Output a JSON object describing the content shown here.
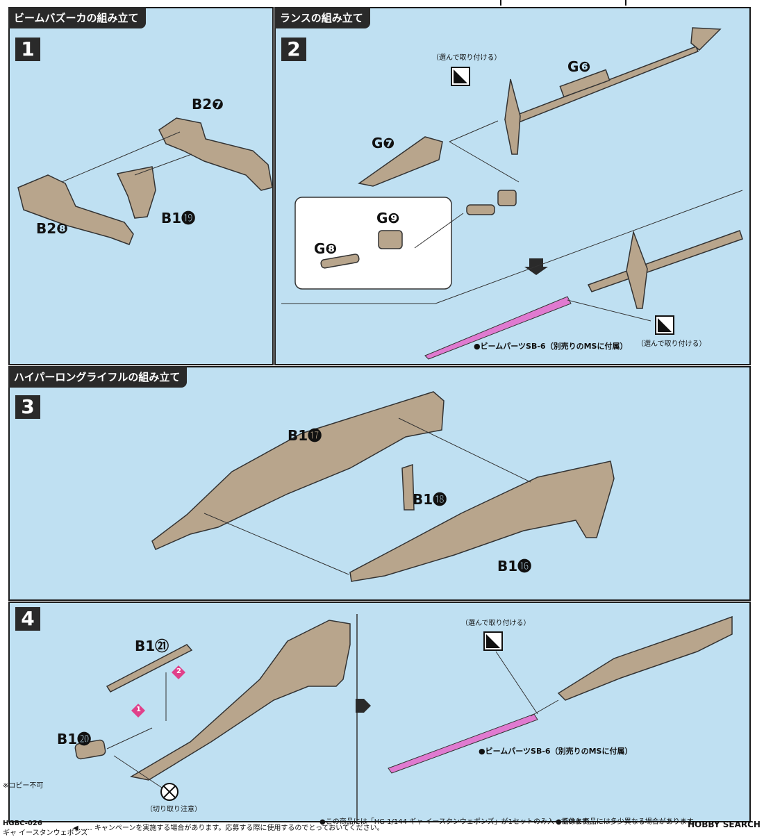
{
  "steps": [
    {
      "number": "1",
      "title": "ビームバズーカの組み立て",
      "parts": [
        "B2❼",
        "B2❽",
        "B1⓳"
      ]
    },
    {
      "number": "2",
      "title": "ランスの組み立て",
      "parts": [
        "G❻",
        "G❼",
        "G❽",
        "G❾"
      ],
      "optional_note": "（選んで取り付ける）",
      "optional_note_2": "（選んで取り付ける）",
      "beam_note": "●ビームパーツSB-6（別売りのMSに付属）"
    },
    {
      "number": "3",
      "title": "ハイパーロングライフルの組み立て",
      "parts": [
        "B1⓱",
        "B1⓲",
        "B1⓰"
      ]
    },
    {
      "number": "4",
      "title": "",
      "parts": [
        "B1㉑",
        "B1⓴"
      ],
      "order_marks": [
        "1",
        "2"
      ],
      "cut_note": "（切り取り注意）",
      "optional_note": "（選んで取り付ける）",
      "beam_note": "●ビームパーツSB-6（別売りのMSに付属）"
    }
  ],
  "footer": {
    "model_code": "HGBC-026",
    "model_name": "ギャ イースタンウェポンズ",
    "copy_note": "※コピー不可",
    "campaign_note": "◀…… キャンペーンを実施する場合があります。応募する際に使用するのでとっておいてください。",
    "contents_note": "●この商品には「HG 1/144 ギャ イースタンウェポンズ」が1セットのみ入っています。",
    "product_note": "●画像と商品には多少異なる場合があります。",
    "watermark": "HOBBY SEARCH"
  },
  "colors": {
    "panel": "#bfe0f2",
    "part": "#b8a58c",
    "beam": "#e07ad0",
    "dark": "#2a2a2a"
  }
}
